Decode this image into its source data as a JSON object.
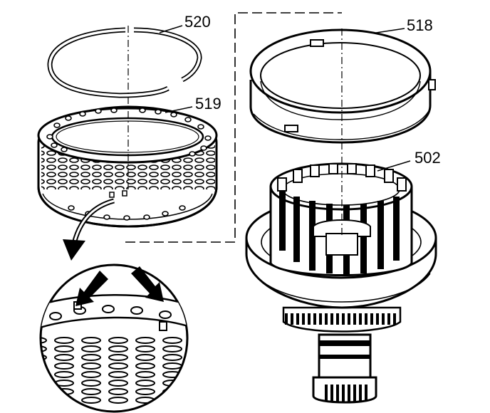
{
  "diagram": {
    "callouts": {
      "snap_ring": "520",
      "spring_assembly": "519",
      "retainer": "518",
      "housing": "502"
    }
  }
}
